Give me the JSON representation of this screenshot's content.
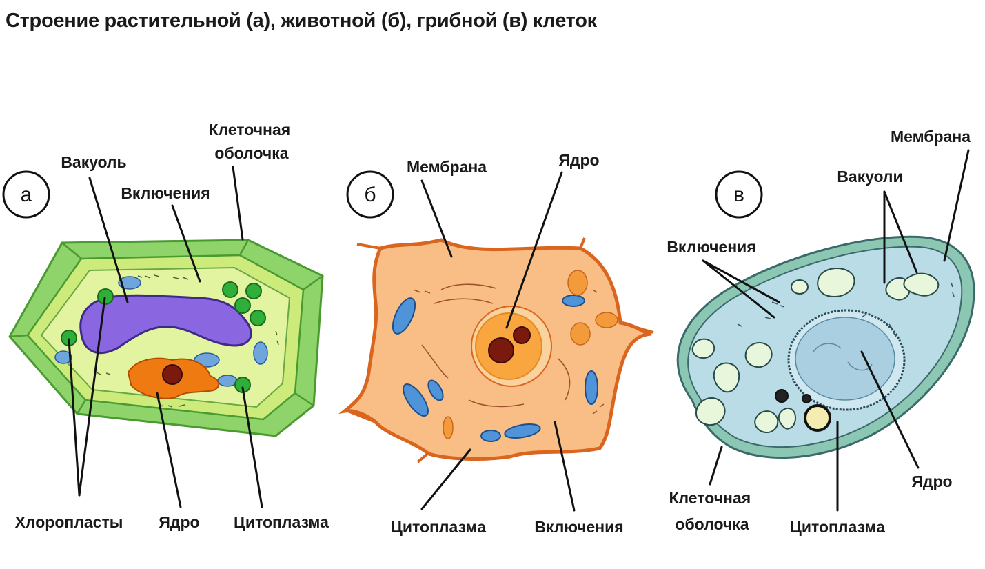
{
  "title": "Строение растительной (а), животной (б), грибной (в) клеток",
  "colors": {
    "plant_wall": "#8fd36b",
    "plant_cytoplasm": "#d9f08f",
    "plant_vacuole": "#8a67e0",
    "chloroplast": "#2fae3a",
    "nucleus_orange": "#f07a12",
    "nucleolus": "#7a1a0e",
    "animal_cytoplasm": "#f9be86",
    "animal_membrane": "#d9651e",
    "mitochondria": "#4f93d8",
    "fungal_cytoplasm": "#b9dce6",
    "fungal_wall": "#8cc7b3",
    "fungal_vacuole": "#e8f6dc"
  },
  "cells": {
    "plant": {
      "marker": "а",
      "labels": {
        "wall": "Клеточная\nоболочка",
        "vacuole": "Вакуоль",
        "inclusions": "Включения",
        "chloroplasts": "Хлоропласты",
        "nucleus": "Ядро",
        "cytoplasm": "Цитоплазма"
      }
    },
    "animal": {
      "marker": "б",
      "labels": {
        "membrane": "Мембрана",
        "nucleus": "Ядро",
        "cytoplasm": "Цитоплазма",
        "inclusions": "Включения"
      }
    },
    "fungal": {
      "marker": "в",
      "labels": {
        "membrane": "Мембрана",
        "vacuoles": "Вакуоли",
        "inclusions": "Включения",
        "wall": "Клеточная\nоболочка",
        "cytoplasm": "Цитоплазма",
        "nucleus": "Ядро"
      }
    }
  }
}
